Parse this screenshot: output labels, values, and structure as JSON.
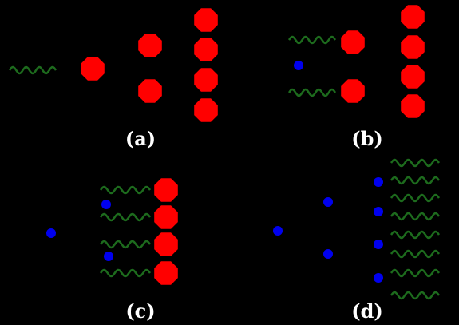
{
  "colors": {
    "background": "#000000",
    "red_particle": "#ff0000",
    "blue_particle": "#0000ee",
    "wave": "#1d6b1d",
    "label": "#ffffff"
  },
  "panels": {
    "a": {
      "label": "(a)"
    },
    "b": {
      "label": "(b)"
    },
    "c": {
      "label": "(c)"
    },
    "d": {
      "label": "(d)"
    }
  }
}
